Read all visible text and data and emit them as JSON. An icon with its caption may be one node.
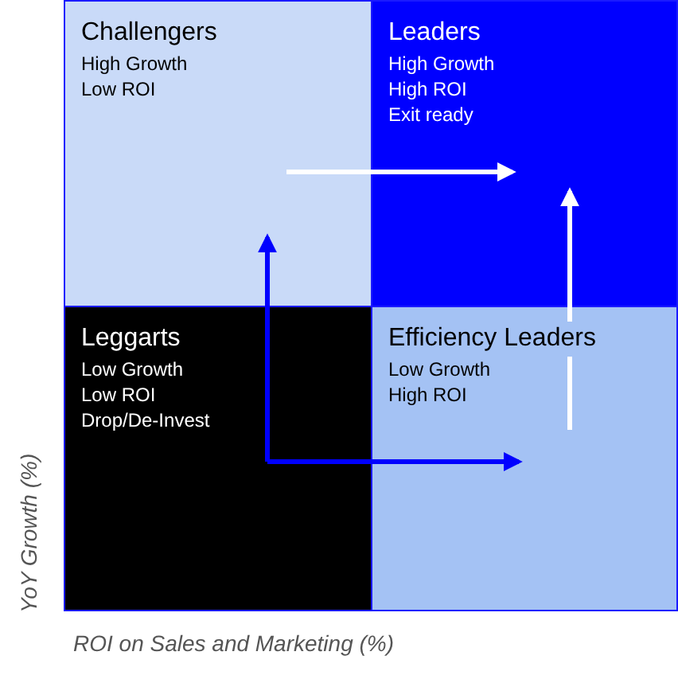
{
  "diagram": {
    "nodes": [
      {
        "text": [
          "Challengers",
          "High Growth",
          "Low ROI"
        ]
      },
      {
        "text": [
          "Leaders",
          "High Growth",
          "High ROI",
          "Exit ready"
        ]
      },
      {
        "text": [
          "Leggarts",
          "Low Growth",
          "Low ROI",
          "Drop/De-Invest"
        ]
      },
      {
        "text": [
          "Efficiency Leaders",
          "Low Growth",
          "High ROI"
        ]
      }
    ],
    "edges": [
      {
        "from": 0,
        "to": 1,
        "arrow": "to",
        "color": "#ffffff"
      },
      {
        "from": 2,
        "to": 0,
        "arrow": "to",
        "color": "#0000ff"
      },
      {
        "from": 2,
        "to": 3,
        "arrow": "to",
        "color": "#0000ff"
      },
      {
        "from": 3,
        "to": 1,
        "arrow": "to",
        "color": "#ffffff"
      }
    ],
    "labels": [
      "YoY Growth (%)",
      "ROI on Sales and Marketing (%)"
    ]
  }
}
